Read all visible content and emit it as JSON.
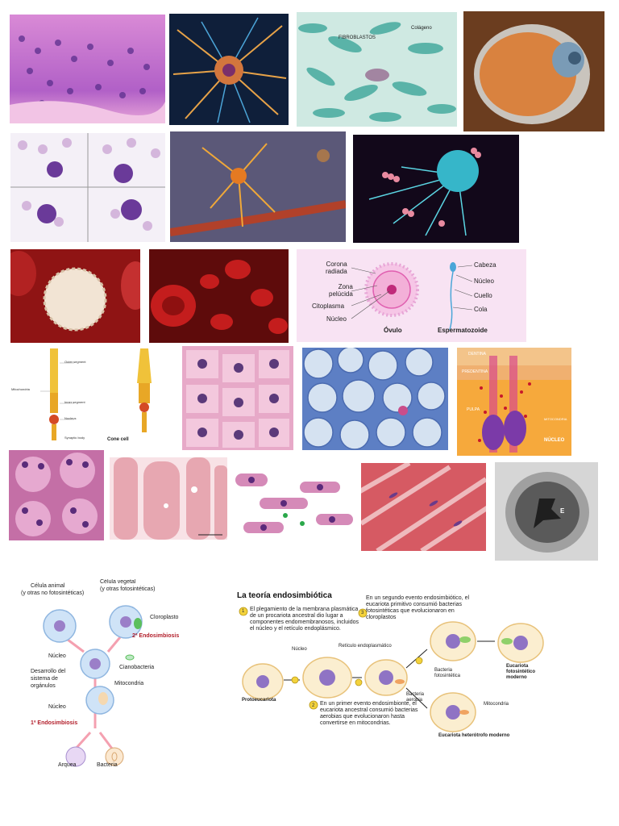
{
  "row1": {
    "fibro_label": "FIBROBLASTOS",
    "colageno_label": "Colágeno"
  },
  "gametes": {
    "corona": "Corona\nradiada",
    "zona": "Zona\npelúcida",
    "citoplasma": "Citoplasma",
    "nucleo": "Núcleo",
    "ovulo": "Óvulo",
    "cabeza": "Cabeza",
    "nucleo2": "Núcleo",
    "cuello": "Cuello",
    "cola": "Cola",
    "esperm": "Espermatozoide"
  },
  "photoreceptor": {
    "cone_cell": "Cone cell",
    "outer_segment": "Outer segment",
    "inner_segment": "Inner segment",
    "mitochondria": "Mitochondria",
    "nucleus": "Nucleus",
    "synaptic_body": "Synaptic body"
  },
  "tooth": {
    "dentina": "DENTINA",
    "predentina": "PREDENTINA",
    "pulpa": "PULPA",
    "nucleo": "NÚCLEO",
    "mitocondria": "MITOCONDRIA"
  },
  "tem_label": "E",
  "endo_left": {
    "celula_animal": "Célula animal",
    "animal_sub": "(y otras no fotosintéticas)",
    "celula_vegetal": "Célula vegetal",
    "vegetal_sub": "(y otras fotosintéticas)",
    "cloroplasto": "Cloroplasto",
    "segunda": "2ª Endosimbiosis",
    "nucleo": "Núcleo",
    "cianobacteria": "Cianobacteria",
    "desarrollo": "Desarrollo del",
    "sistema": "sistema de",
    "organulos": "orgánulos",
    "mitocondria": "Mitocondria",
    "nucleo2": "Núcleo",
    "primera": "1ª Endosimbiosis",
    "arquea": "Arquea",
    "bacteria": "Bacteria"
  },
  "endo_right": {
    "title": "La teoría endosimbiótica",
    "step1": "El plegamiento de la membrana plasmática de un procariota ancestral dio lugar a componentes endomembranosos, incluidos el núcleo y el retículo endoplásmico.",
    "step3": "En un segundo evento endosimbiótico, el eucariota primitivo consumió bacterias fotosintéticas que evolucionaron en cloroplastos",
    "step2": "En un primer evento endosimbionte, el eucariota ancestral consumió bacterias aerobias que evolucionaron hasta convertirse en mitocondrias.",
    "nucleo": "Núcleo",
    "reticulo": "Retículo endoplasmático",
    "proto": "Protoeucariota",
    "bact_foto": "Bacteria fotosintética",
    "bact_aerobia": "Bacteria aerobia",
    "euc_foto": "Eucariota fotosintético moderno",
    "mitocondria": "Mitocondria",
    "euc_hetero": "Eucariota heterótrofo moderno",
    "n1": "1",
    "n2": "2",
    "n3": "3"
  }
}
